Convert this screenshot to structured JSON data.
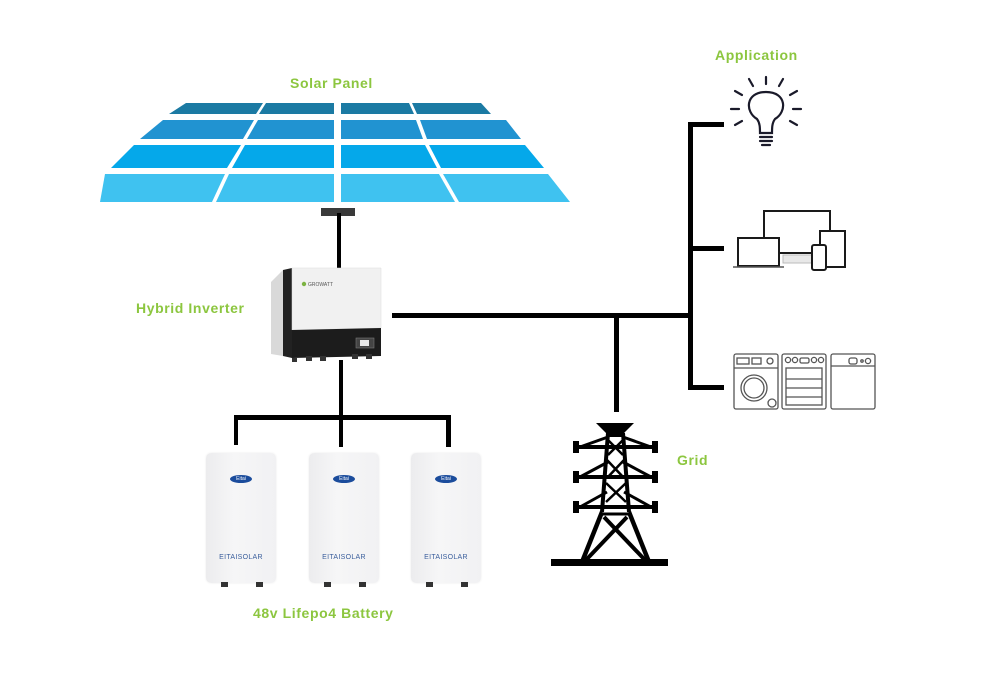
{
  "diagram": {
    "labels": {
      "solar_panel": "Solar Panel",
      "hybrid_inverter": "Hybrid Inverter",
      "battery": "48v Lifepo4 Battery",
      "application": "Application",
      "grid": "Grid"
    },
    "inverter_brand": "GROWATT",
    "battery_brand": "EITAISOLAR",
    "battery_logo": "Eitai",
    "battery_count": 3,
    "applications": [
      {
        "icon": "light-bulb-icon"
      },
      {
        "icon": "devices-icon"
      },
      {
        "icon": "home-appliances-icon"
      }
    ],
    "colors": {
      "label_green": "#8cc63f",
      "panel_row_1": "#1b7aa3",
      "panel_row_2": "#2193d1",
      "panel_row_3": "#05a8ea",
      "panel_row_4": "#3fc2f0",
      "wire": "#000000"
    }
  }
}
